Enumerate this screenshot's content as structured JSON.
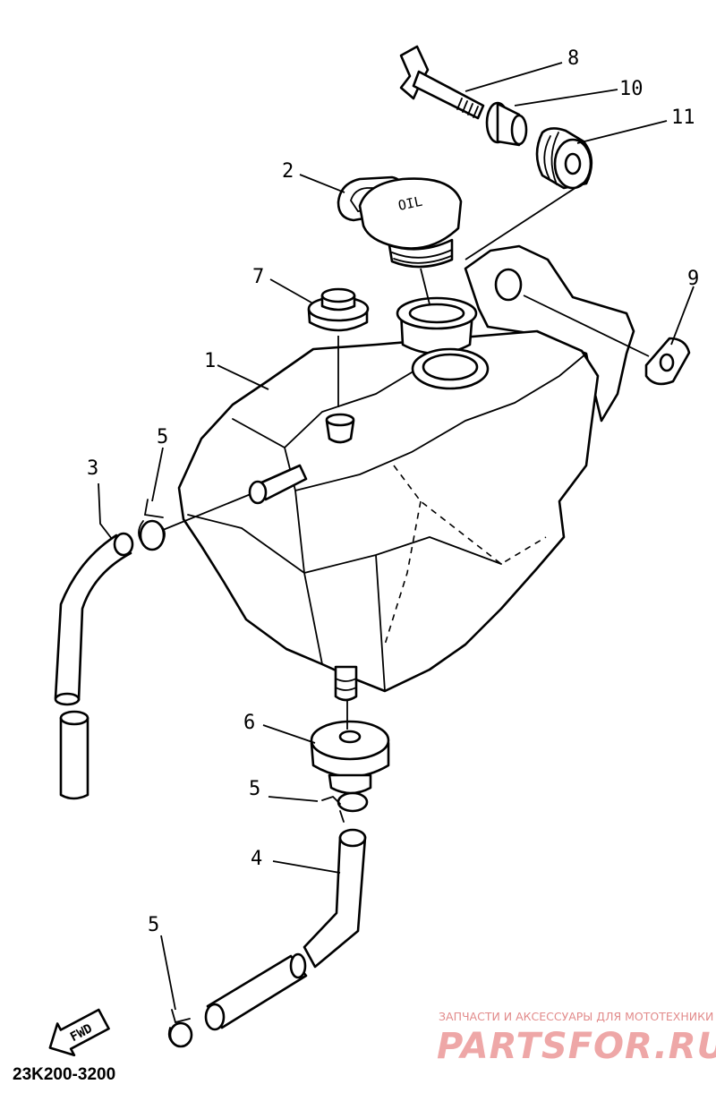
{
  "callouts": {
    "c1": "1",
    "c2": "2",
    "c3": "3",
    "c4": "4",
    "c5a": "5",
    "c5b": "5",
    "c5c": "5",
    "c6": "6",
    "c7": "7",
    "c8": "8",
    "c9": "9",
    "c10": "10",
    "c11": "11"
  },
  "cap_text": "OIL",
  "fwd_label": "FWD",
  "diagram_code": "23K200-3200",
  "watermark": {
    "tagline": "ЗАПЧАСТИ И АКСЕССУАРЫ ДЛЯ МОТОТЕХНИКИ",
    "brand": "PARTSFOR.RU"
  }
}
